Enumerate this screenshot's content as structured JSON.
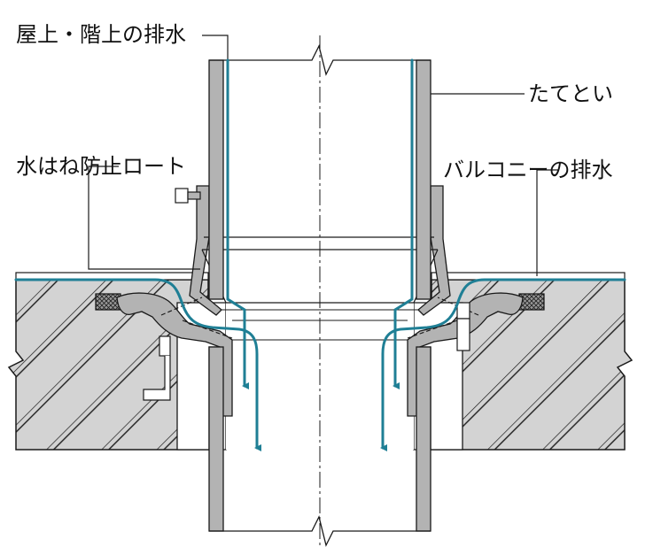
{
  "labels": {
    "roof_drain": "屋上・階上の排水",
    "downspout": "たてとい",
    "splash_funnel": "水はね防止ロート",
    "balcony_drain": "バルコニーの排水"
  },
  "colors": {
    "flow": "#1f7f95",
    "concrete": "#d3d3d3",
    "pipe_wall": "#b3b3b3",
    "outline": "#1a1a1a",
    "sealant": "#444444"
  },
  "icons": {
    "flow_arrow": "arrow-down-icon",
    "break_mark": "break-line-icon"
  }
}
